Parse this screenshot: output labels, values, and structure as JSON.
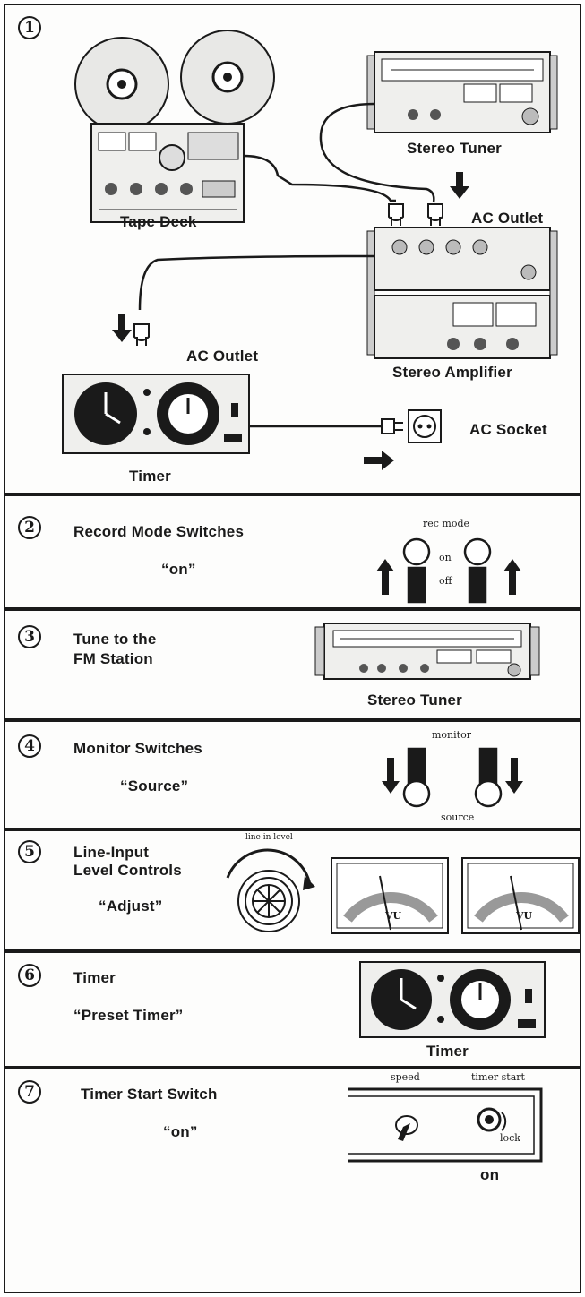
{
  "steps": {
    "s1": {
      "number": "1",
      "tape_deck": "Tape Deck",
      "stereo_tuner": "Stereo Tuner",
      "ac_outlet_top": "AC Outlet",
      "ac_outlet_left": "AC Outlet",
      "stereo_amplifier": "Stereo Amplifier",
      "ac_socket": "AC Socket",
      "timer": "Timer"
    },
    "s2": {
      "number": "2",
      "title": "Record Mode Switches",
      "value": "“on”",
      "rec_mode": "rec mode",
      "on": "on",
      "off": "off"
    },
    "s3": {
      "number": "3",
      "title_line1": "Tune to the",
      "title_line2": "FM Station",
      "device": "Stereo Tuner"
    },
    "s4": {
      "number": "4",
      "title": "Monitor Switches",
      "value": "“Source”",
      "monitor": "monitor",
      "source": "source"
    },
    "s5": {
      "number": "5",
      "title_line1": "Line-Input",
      "title_line2": "Level Controls",
      "value": "“Adjust”",
      "line_in_level": "line in level",
      "vu": "VU"
    },
    "s6": {
      "number": "6",
      "title": "Timer",
      "value": "“Preset Timer”",
      "device": "Timer"
    },
    "s7": {
      "number": "7",
      "title": "Timer Start Switch",
      "value": "“on”",
      "speed": "speed",
      "timer_start": "timer start",
      "lock": "lock",
      "on": "on"
    }
  }
}
